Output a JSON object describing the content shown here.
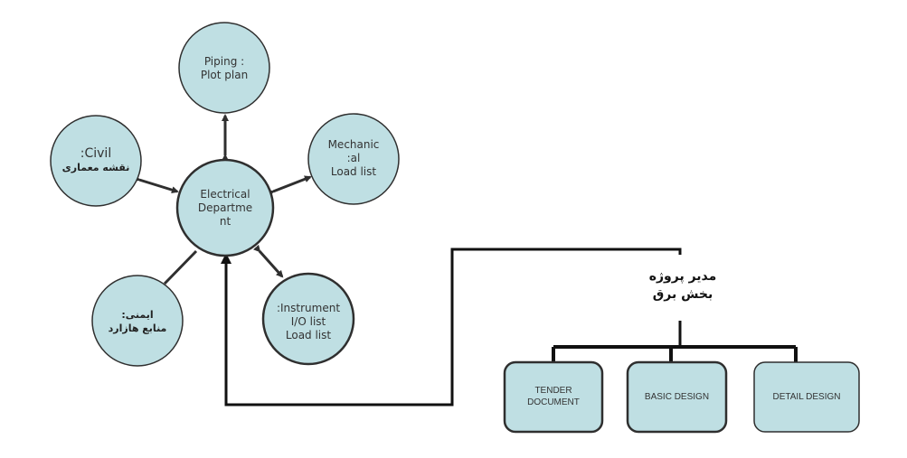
{
  "hub": {
    "lines": [
      "Electrical",
      "Departme",
      "nt"
    ]
  },
  "satellites": {
    "piping": {
      "lines": [
        "Piping :",
        "Plot plan"
      ]
    },
    "mechanical": {
      "lines": [
        "Mechanic",
        ":al",
        "Load list"
      ]
    },
    "civil": {
      "lines": [
        ":Civil",
        "نقشه معماری"
      ]
    },
    "safety": {
      "lines": [
        "ایمنی:",
        "منابع هازارد"
      ]
    },
    "instrument": {
      "lines": [
        ":Instrument",
        "I/O list",
        "Load list"
      ]
    }
  },
  "manager": {
    "lines": [
      "مدیر پروژه",
      "بخش برق"
    ]
  },
  "phases": {
    "tender": {
      "lines": [
        "TENDER",
        "DOCUMENT"
      ]
    },
    "basic": {
      "lines": [
        "BASIC DESIGN"
      ]
    },
    "detail": {
      "lines": [
        "DETAIL DESIGN"
      ]
    }
  },
  "colors": {
    "circle_fill": "#bfdfe3",
    "box_fill": "#bfdfe3",
    "stroke": "#2f2f2f",
    "connector": "#111111"
  }
}
